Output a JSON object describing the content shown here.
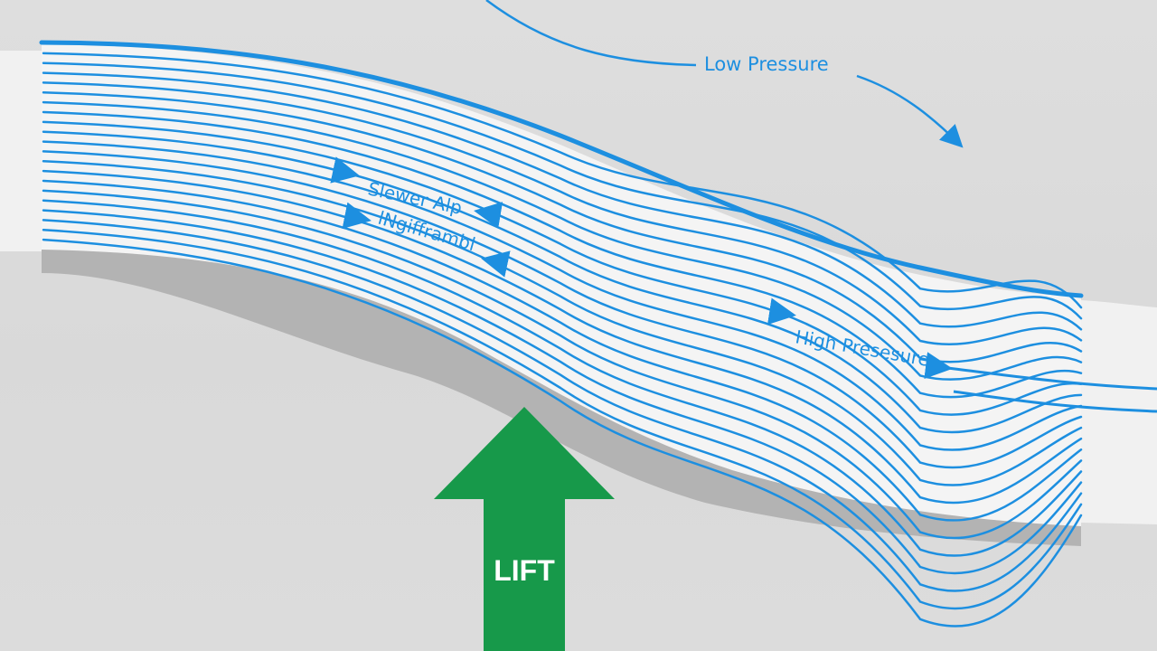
{
  "labels": {
    "low_pressure": "Low Pressure",
    "slower_air_1": "Slewer Alp",
    "slower_air_2": "lNgifframbl",
    "high_pressure": "High Presesure",
    "lift": "LIFT"
  },
  "colors": {
    "background": "#dcdcdc",
    "airfoil_fill": "#f4f4f4",
    "airfoil_shadow": "#b3b3b3",
    "streamline": "#1d8fe0",
    "lift_arrow": "#17994a",
    "lift_text": "#ffffff"
  }
}
